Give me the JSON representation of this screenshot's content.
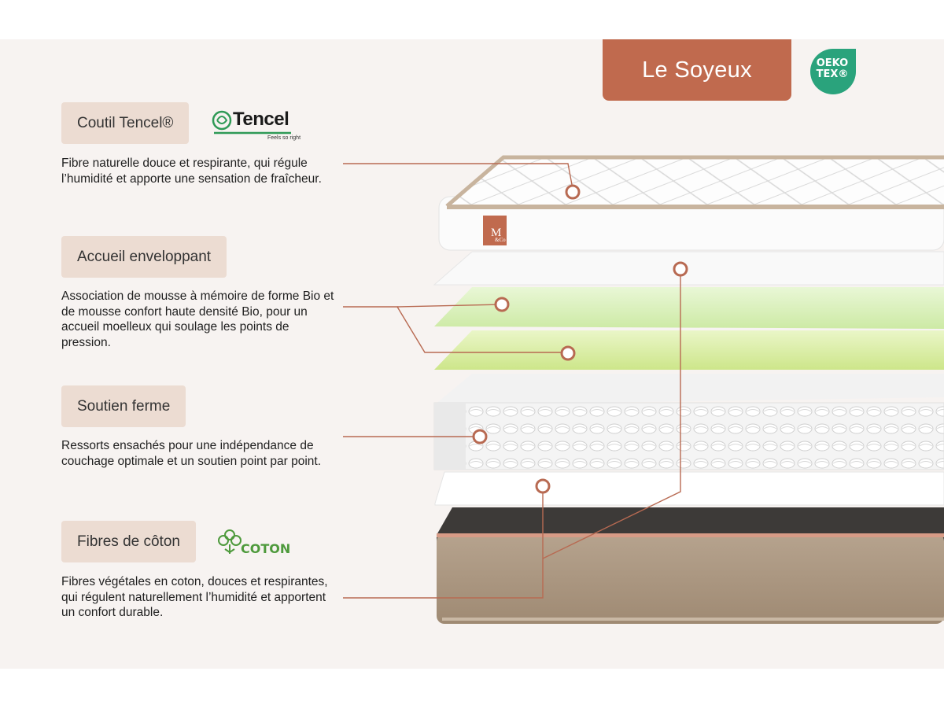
{
  "title": "Le Soyeux",
  "certification": {
    "badge_line1": "OEKO",
    "badge_line2": "TEX®",
    "color": "#2aa37c"
  },
  "brand_tag": {
    "line1": "M",
    "line2": "&Co",
    "color": "#c06a4e"
  },
  "accent_color": "#c06a4e",
  "layers": [
    {
      "name": "Coutil Tencel®",
      "description": "Fibre naturelle douce et respirante, qui régule l’humidité et apporte une sensation de fraîcheur.",
      "logo": {
        "icon": "tencel-leaf-icon",
        "word": "Tencel",
        "tagline": "Feels so right"
      }
    },
    {
      "name": "Accueil enveloppant",
      "description": "Association de mousse à mémoire de forme Bio et de mousse confort haute densité Bio, pour un accueil moelleux qui soulage les points de pression."
    },
    {
      "name": "Soutien ferme",
      "description": "Ressorts ensachés pour une indépendance de couchage optimale et un soutien point par point."
    },
    {
      "name": "Fibres de côton",
      "description": "Fibres végétales en coton, douces et respirantes, qui régulent naturellement l’humidité et apportent un confort durable.",
      "logo": {
        "icon": "cotton-flower-icon",
        "word": "COTON"
      }
    }
  ]
}
